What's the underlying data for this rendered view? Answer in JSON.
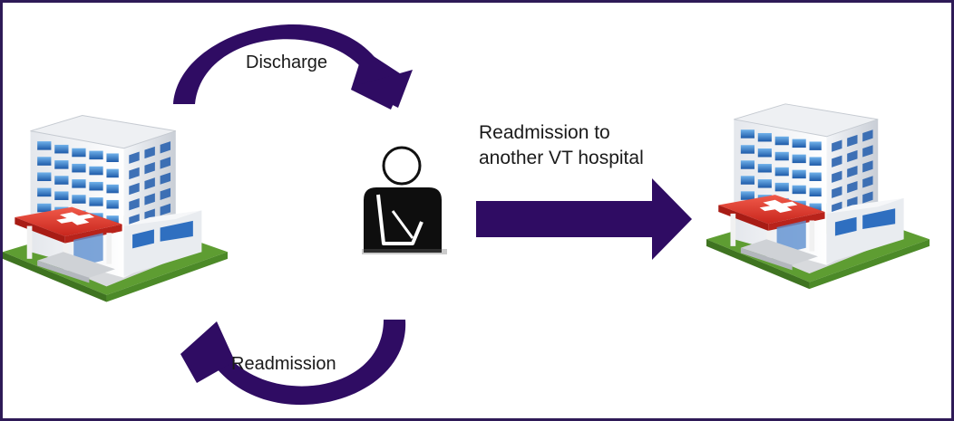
{
  "labels": {
    "discharge": "Discharge",
    "readmission": "Readmission",
    "readmission_other_line1": "Readmission to",
    "readmission_other_line2": "another VT hospital"
  },
  "colors": {
    "arrow": "#2f0c63",
    "frame": "#2e1a57",
    "building_window": "#2f6fc0",
    "roof_red": "#e23a2f",
    "grass": "#5a9a2e"
  },
  "icons": [
    "hospital-building-icon",
    "patient-arm-sling-icon",
    "hospital-building-icon"
  ]
}
